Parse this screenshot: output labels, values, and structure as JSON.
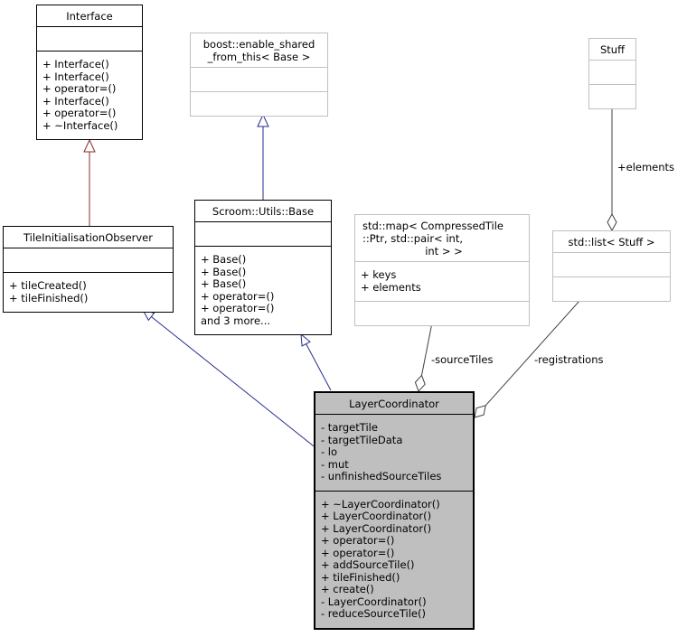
{
  "diagram": {
    "classes": {
      "interface": {
        "title": "Interface",
        "methods": [
          "+ Interface()",
          "+ Interface()",
          "+ operator=()",
          "+ Interface()",
          "+ operator=()",
          "+ ~Interface()"
        ]
      },
      "boost_enable_shared": {
        "title_lines": [
          "boost::enable_shared",
          "_from_this< Base >"
        ]
      },
      "stuff": {
        "title": "Stuff"
      },
      "tile_initialisation_observer": {
        "title": "TileInitialisationObserver",
        "methods": [
          "+ tileCreated()",
          "+ tileFinished()"
        ]
      },
      "scroom_utils_base": {
        "title": "Scroom::Utils::Base",
        "methods": [
          "+ Base()",
          "+ Base()",
          "+ Base()",
          "+ operator=()",
          "+ operator=()",
          "and 3 more..."
        ]
      },
      "std_map": {
        "title_lines": [
          "std::map< CompressedTile",
          "::Ptr, std::pair< int,",
          "int > >"
        ],
        "attributes": [
          "+ keys",
          "+ elements"
        ]
      },
      "std_list": {
        "title": "std::list< Stuff >"
      },
      "layer_coordinator": {
        "title": "LayerCoordinator",
        "attributes": [
          "- targetTile",
          "- targetTileData",
          "- lo",
          "- mut",
          "- unfinishedSourceTiles"
        ],
        "methods": [
          "+ ~LayerCoordinator()",
          "+ LayerCoordinator()",
          "+ LayerCoordinator()",
          "+ operator=()",
          "+ operator=()",
          "+ addSourceTile()",
          "+ tileFinished()",
          "+ create()",
          "- LayerCoordinator()",
          "- reduceSourceTile()"
        ]
      }
    },
    "edge_labels": {
      "source_tiles": "-sourceTiles",
      "registrations": "-registrations",
      "elements": "+elements"
    },
    "colors": {
      "inheritance_blue": "#252c8f",
      "inheritance_red": "#8f2a2a",
      "usage_gray": "#404040",
      "highlight_fill": "#bfbfbf",
      "muted_border": "#c0c0c0"
    }
  }
}
